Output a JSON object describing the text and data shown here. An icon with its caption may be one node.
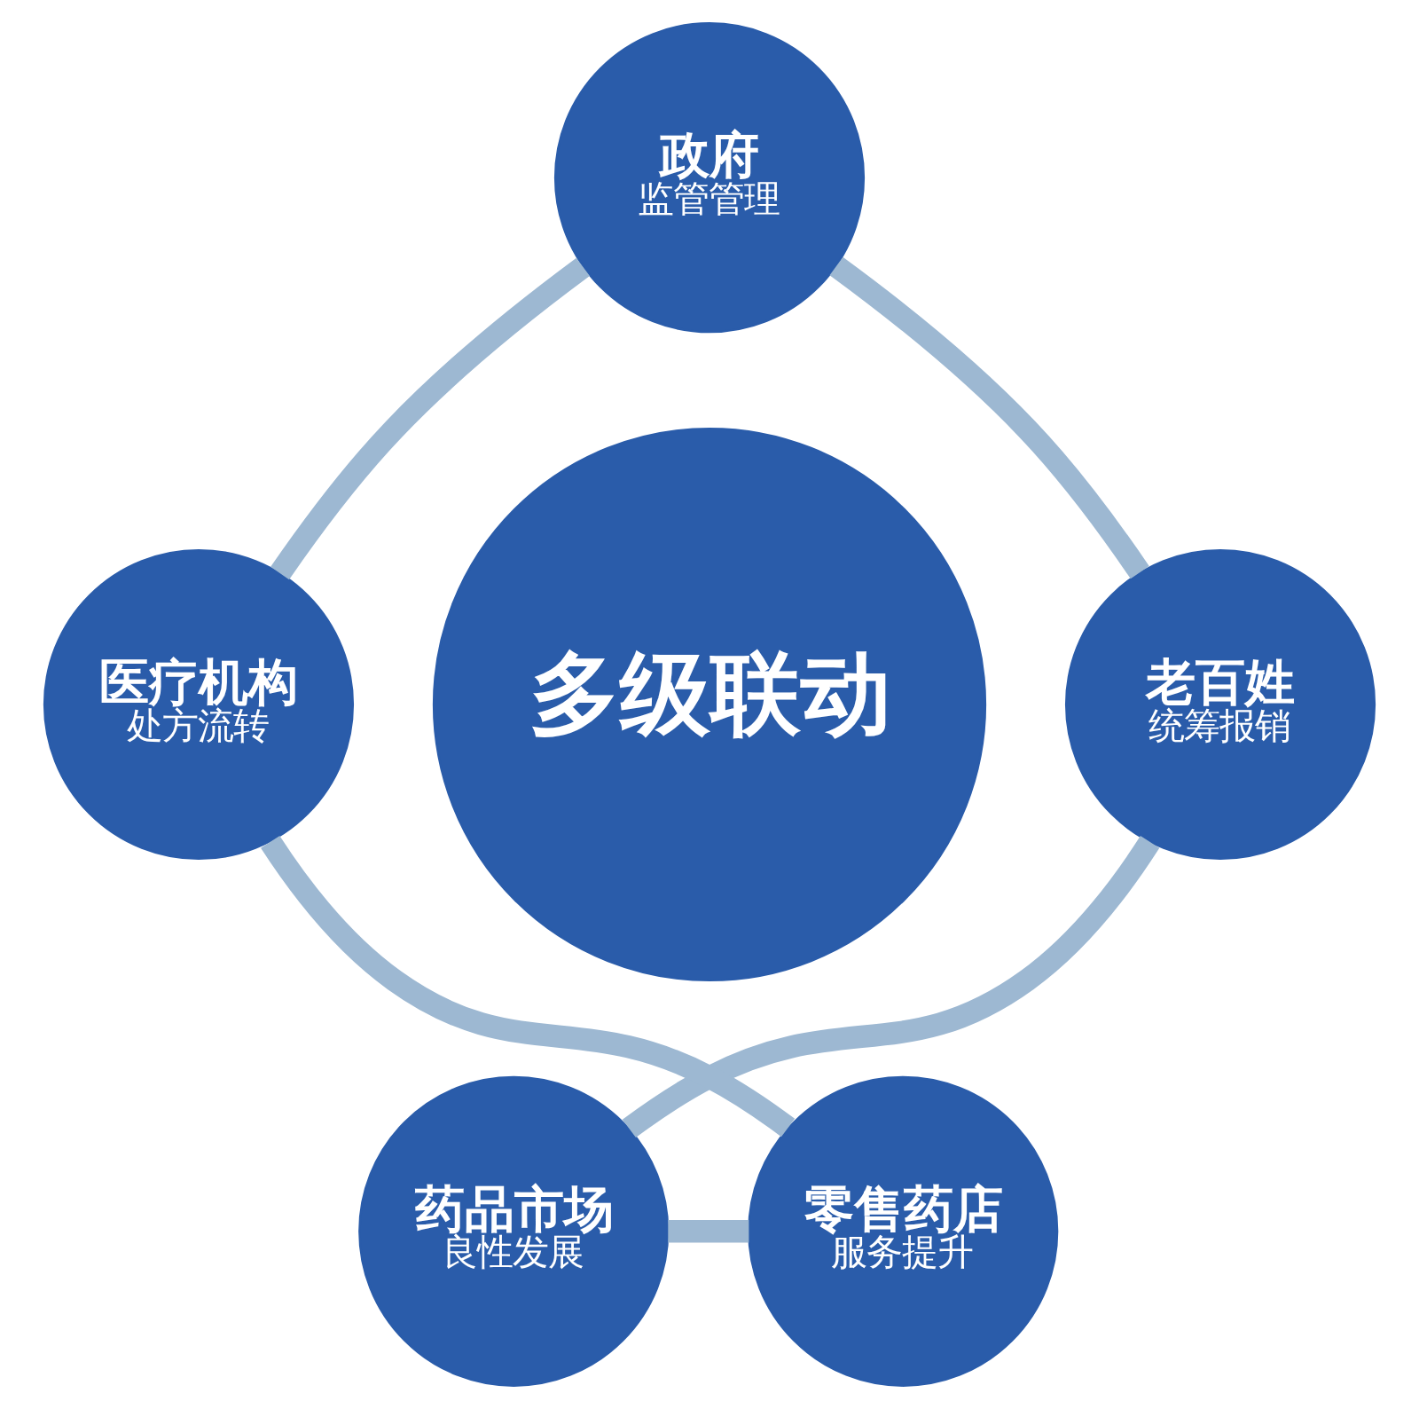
{
  "diagram": {
    "nodes": [
      {
        "text": [
          "政府",
          "监管管理"
        ]
      },
      {
        "text": [
          "医疗机构",
          "处方流转"
        ]
      },
      {
        "text": [
          "老百姓",
          "统筹报销"
        ]
      },
      {
        "text": [
          "多级联动"
        ]
      },
      {
        "text": [
          "零售药店",
          "服务提升"
        ]
      },
      {
        "text": [
          "药品市场",
          "良性发展"
        ]
      }
    ],
    "edges": [
      {
        "from": 0,
        "to": 2,
        "arrow": "none"
      },
      {
        "from": 2,
        "to": 5,
        "arrow": "none"
      },
      {
        "from": 5,
        "to": 4,
        "arrow": "none"
      },
      {
        "from": 4,
        "to": 1,
        "arrow": "none"
      },
      {
        "from": 1,
        "to": 0,
        "arrow": "none"
      }
    ]
  }
}
